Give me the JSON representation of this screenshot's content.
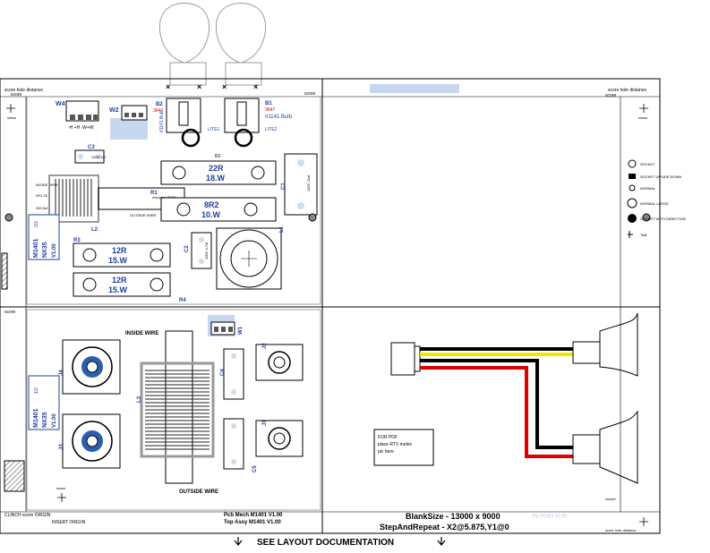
{
  "panel_top_left": {
    "score_hole_distance": "score hole distance",
    "score_a": "score",
    "score_b": "score",
    "w4": {
      "label": "W4",
      "pins": "-H  +H  -W+W"
    },
    "w2": {
      "label": "W2",
      "code": "3N3"
    },
    "b1": {
      "label": "B1",
      "part": "3647",
      "bulb": "#1141 Bulb",
      "lite": "LITE2"
    },
    "b2": {
      "label": "B2",
      "part": "3647",
      "bulb": "#1141 Bulb",
      "lite": "LITE1"
    },
    "c3": {
      "label": "C3",
      "value": "100V 1uf"
    },
    "inside_wire_small": "INSIDE WIRE",
    "outside_wire_small": "OUTSIDE WIRE",
    "insulator_iron": "Insulator IRON",
    "l2": {
      "label": "L2",
      "value": "2R1.25",
      "val2": "300.0uH"
    },
    "r1": {
      "label": "R1",
      "value": "8R2",
      "watt": "10.W"
    },
    "r2": {
      "label": "R2",
      "value": "22R",
      "watt": "18.W"
    },
    "r3": {
      "label": "R3",
      "value": "12R",
      "watt": "15.W"
    },
    "r4": {
      "label": "R4",
      "value": "12R",
      "watt": "15.W"
    },
    "c1": {
      "label": "C1",
      "value": "100V 22uf"
    },
    "c2": {
      "label": "C2",
      "value": "100V 4.7uf"
    },
    "l1": {
      "label": "L1"
    },
    "board_id": {
      "model": "M1401",
      "nx": "NX35",
      "ver": "V1.00",
      "num": "2/2"
    }
  },
  "legend": {
    "items": [
      "SOCKET",
      "SOCKET UPSIDE DOWN",
      "NORMAL",
      "NORMAL LARGE",
      "SOCKET WITH DIRECTION",
      "TAB"
    ]
  },
  "panel_bottom_left": {
    "score": "score",
    "inside_wire": "INSIDE WIRE",
    "outside_wire": "OUTSIDE WIRE",
    "w1": "W1",
    "j1": "J1",
    "j2": "J2",
    "j3": "J3",
    "j4": "J4",
    "l3": "L3",
    "c4": "C4",
    "c5": "C5",
    "board_id": {
      "model": "M1401",
      "nx": "NX35",
      "ver": "V1.00",
      "num": "1/2"
    },
    "clinch": "CLINCH score ORIGIN",
    "insert": "INSERT ORIGIN"
  },
  "panel_bottom_right": {
    "pdf_note_1": "FOR PDF",
    "pdf_note_2": "place RTV molex",
    "pdf_note_3": "pic here",
    "socket_label": "socket",
    "score_hole": "score hole distance",
    "wire_colors": [
      "#000000",
      "#f2e600",
      "#ffffff",
      "#e00000"
    ]
  },
  "footer": {
    "pcb": "Pcb Mech  M1401   V1.00",
    "assy": "Top Assy  M1401   V1.00",
    "blank": "BlankSize - 13000 x 9000",
    "step": "StepAndRepeat - X2@5.875,Y1@0",
    "top_faint": "Top   M1401   V1.00",
    "see_layout": "SEE LAYOUT DOCUMENTATION"
  }
}
